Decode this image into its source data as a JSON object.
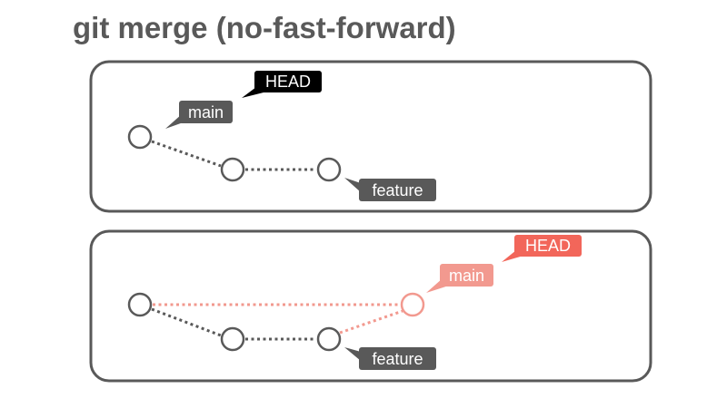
{
  "title": "git merge (no-fast-forward)",
  "colors": {
    "dark": "#595959",
    "black": "#000000",
    "highlight": "#f2665a",
    "highlight_light": "#f2998f",
    "panel_border": "#595959"
  },
  "before": {
    "head_label": "HEAD",
    "main_label": "main",
    "feature_label": "feature"
  },
  "after": {
    "head_label": "HEAD",
    "main_label": "main",
    "feature_label": "feature"
  }
}
